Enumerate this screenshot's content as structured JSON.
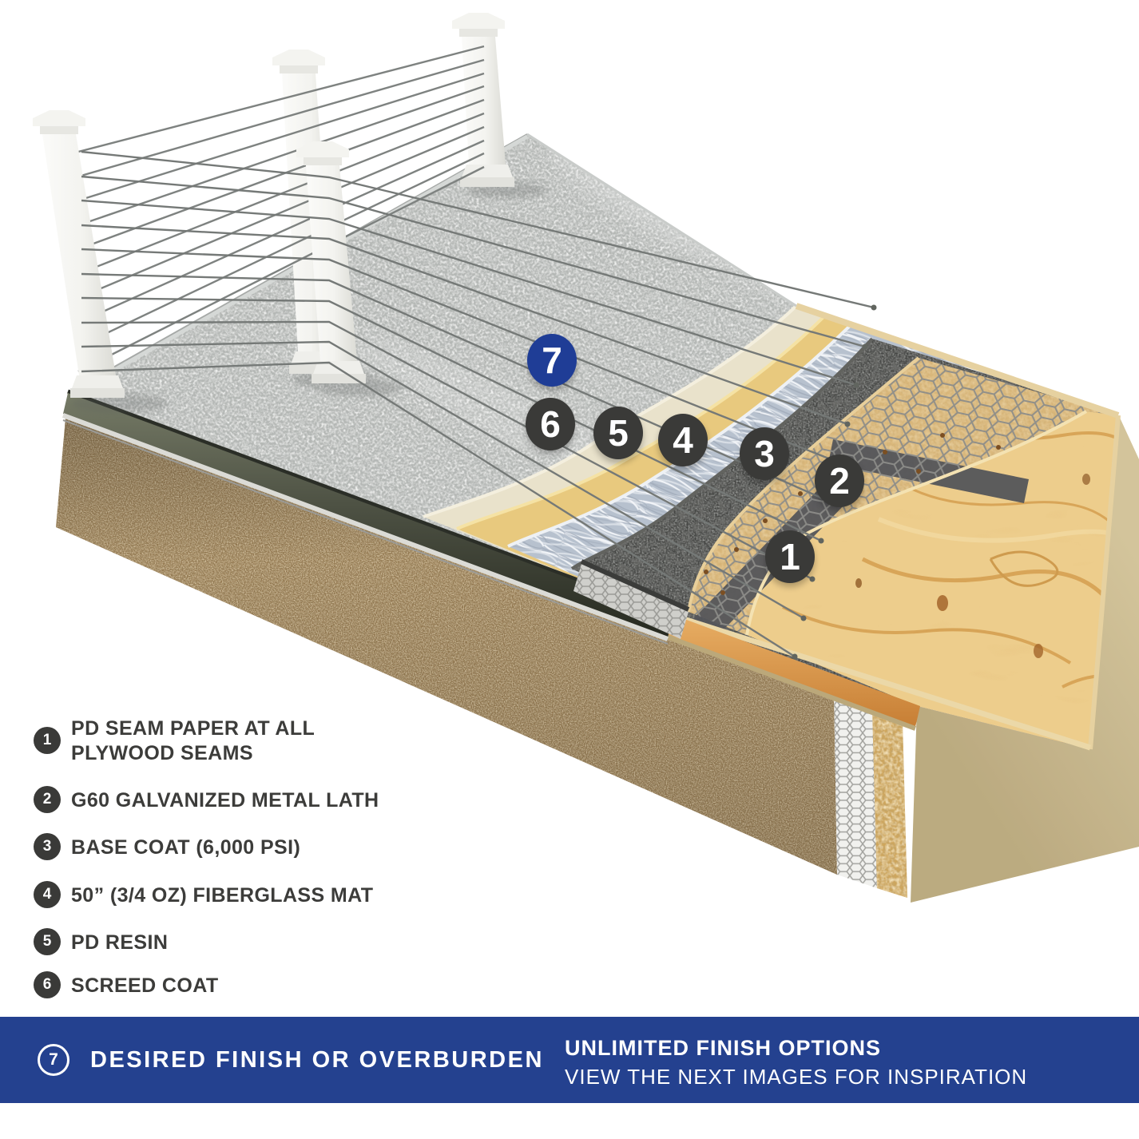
{
  "colors": {
    "footer_blue": "#24418F",
    "callout_blue": "#1F3D96",
    "callout_dark": "#3A3A38",
    "legend_text": "#3C3C3A",
    "granite_gray": "#B5B8B6",
    "screed_cream": "#E9E2CB",
    "resin_yellow": "#EDD085",
    "fiberglass_white": "#B7C1CE",
    "basecoat_dark": "#474846",
    "lath_tan": "#DBB97D",
    "plywood": "#EDCD8C",
    "front_face_brown": "#8E7046"
  },
  "diagram": {
    "callouts": [
      {
        "number": "1"
      },
      {
        "number": "2"
      },
      {
        "number": "3"
      },
      {
        "number": "4"
      },
      {
        "number": "5"
      },
      {
        "number": "6"
      },
      {
        "number": "7"
      }
    ]
  },
  "legend": {
    "items": [
      {
        "number": "1",
        "lines": [
          "PD SEAM PAPER AT ALL",
          "PLYWOOD SEAMS"
        ]
      },
      {
        "number": "2",
        "lines": [
          "G60 GALVANIZED METAL LATH"
        ]
      },
      {
        "number": "3",
        "lines": [
          "BASE COAT (6,000 PSI)"
        ]
      },
      {
        "number": "4",
        "lines": [
          "50” (3/4 OZ) FIBERGLASS MAT"
        ]
      },
      {
        "number": "5",
        "lines": [
          "PD RESIN"
        ]
      },
      {
        "number": "6",
        "lines": [
          "SCREED COAT"
        ]
      }
    ]
  },
  "footer": {
    "number": "7",
    "label": "DESIRED FINISH OR OVERBURDEN",
    "right_title": "UNLIMITED FINISH OPTIONS",
    "right_subtitle": "VIEW THE NEXT IMAGES FOR INSPIRATION"
  }
}
